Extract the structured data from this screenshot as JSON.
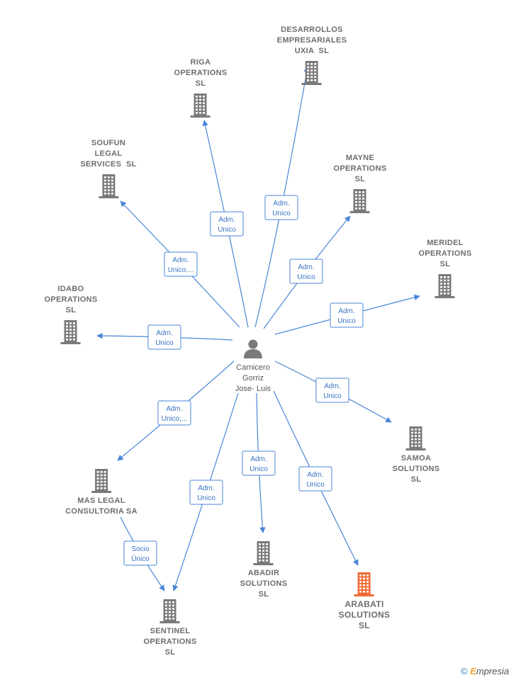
{
  "center": {
    "name": "Carnicero\nGorriz\nJose- Luis",
    "icon": "person-icon"
  },
  "nodes": [
    {
      "id": "desarrollos",
      "name": "DESARROLLOS\nEMPRESARIALES\nUXIA  SL",
      "icon": "building-icon",
      "highlight": false
    },
    {
      "id": "riga",
      "name": "RIGA\nOPERATIONS\nSL",
      "icon": "building-icon",
      "highlight": false
    },
    {
      "id": "soufun",
      "name": "SOUFUN\nLEGAL\nSERVICES  SL",
      "icon": "building-icon",
      "highlight": false
    },
    {
      "id": "mayne",
      "name": "MAYNE\nOPERATIONS\nSL",
      "icon": "building-icon",
      "highlight": false
    },
    {
      "id": "meridel",
      "name": "MERIDEL\nOPERATIONS\nSL",
      "icon": "building-icon",
      "highlight": false
    },
    {
      "id": "idabo",
      "name": "IDABO\nOPERATIONS\nSL",
      "icon": "building-icon",
      "highlight": false
    },
    {
      "id": "samoa",
      "name": "SAMOA\nSOLUTIONS\nSL",
      "icon": "building-icon",
      "highlight": false
    },
    {
      "id": "maslegal",
      "name": "MAS LEGAL\nCONSULTORIA SA",
      "icon": "building-icon",
      "highlight": false
    },
    {
      "id": "abadir",
      "name": "ABADIR\nSOLUTIONS\nSL",
      "icon": "building-icon",
      "highlight": false
    },
    {
      "id": "arabati",
      "name": "ARABATI\nSOLUTIONS\nSL",
      "icon": "building-icon",
      "highlight": true
    },
    {
      "id": "sentinel",
      "name": "SENTINEL\nOPERATIONS\nSL",
      "icon": "building-icon",
      "highlight": false
    }
  ],
  "edges": [
    {
      "from": "center",
      "to": "desarrollos",
      "label": "Adm.\nUnico"
    },
    {
      "from": "center",
      "to": "riga",
      "label": "Adm.\nUnico"
    },
    {
      "from": "center",
      "to": "soufun",
      "label": "Adm.\nUnico,..."
    },
    {
      "from": "center",
      "to": "mayne",
      "label": "Adm.\nUnico"
    },
    {
      "from": "center",
      "to": "meridel",
      "label": "Adm.\nUnico"
    },
    {
      "from": "center",
      "to": "idabo",
      "label": "Adm.\nUnico"
    },
    {
      "from": "center",
      "to": "samoa",
      "label": "Adm.\nUnico"
    },
    {
      "from": "center",
      "to": "maslegal",
      "label": "Adm.\nUnico,..."
    },
    {
      "from": "center",
      "to": "abadir",
      "label": "Adm.\nUnico"
    },
    {
      "from": "center",
      "to": "arabati",
      "label": "Adm.\nUnico"
    },
    {
      "from": "center",
      "to": "sentinel",
      "label": "Adm.\nUnico"
    },
    {
      "from": "maslegal",
      "to": "sentinel",
      "label": "Socio\nÚnico"
    }
  ],
  "colors": {
    "edge": "#4a86d8",
    "building": "#7a7a7a",
    "highlight": "#f06a35",
    "person": "#7a7a7a"
  },
  "brand": {
    "copyright": "©",
    "initial": "E",
    "rest": "mpresia"
  }
}
